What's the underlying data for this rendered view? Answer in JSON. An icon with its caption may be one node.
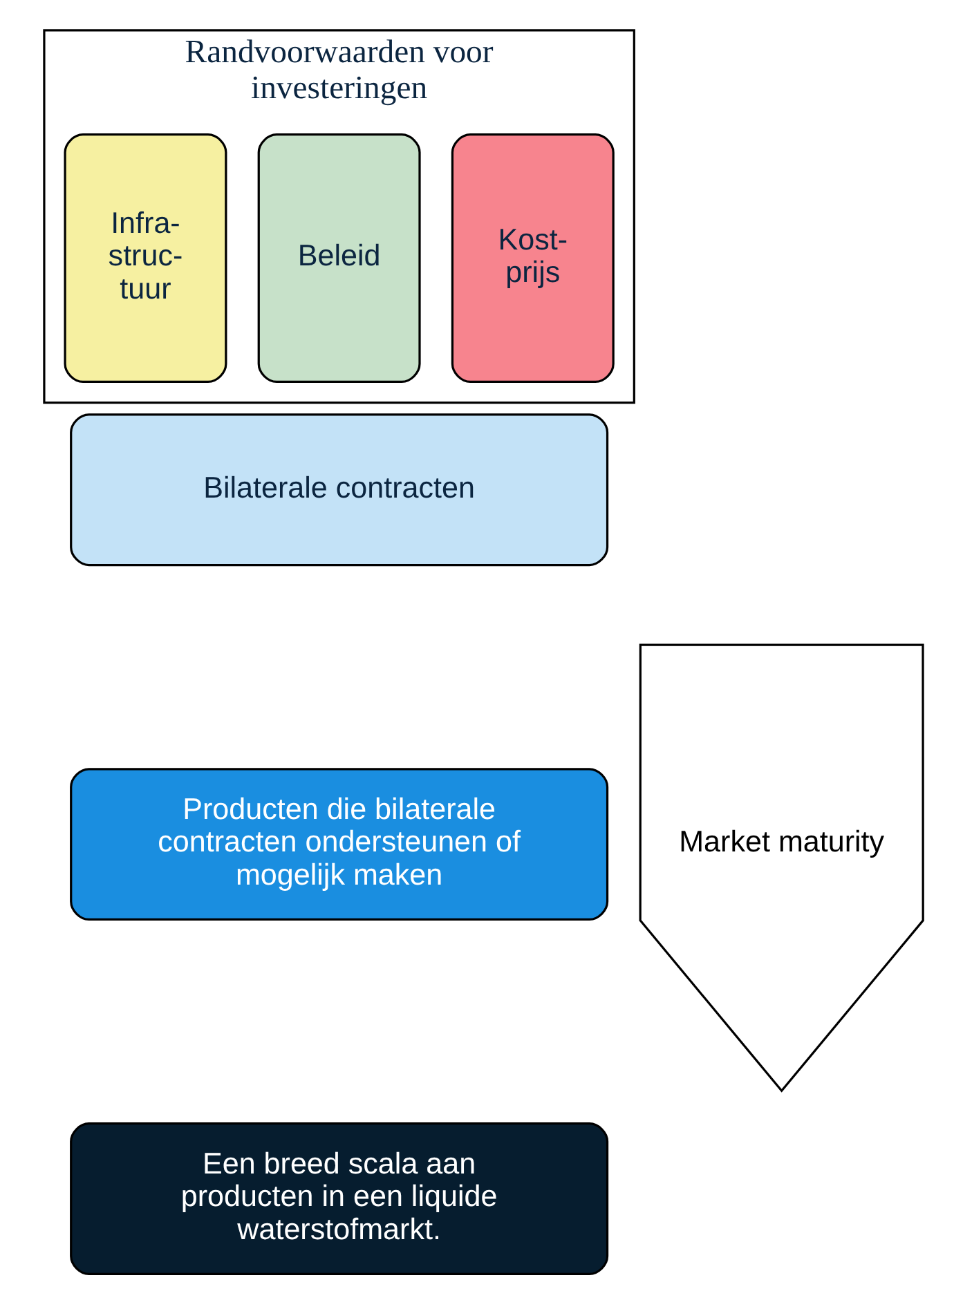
{
  "diagram": {
    "nodes": [
      {
        "text": [
          "Randvoorwaarden voor investeringen"
        ]
      },
      {
        "text": [
          "Kost- prijs"
        ],
        "in": 0
      },
      {
        "text": [
          "Beleid"
        ],
        "in": 0
      },
      {
        "text": [
          "Infra- struc- tuur"
        ],
        "in": 0
      },
      {
        "text": [
          "Bilaterale contracten"
        ]
      },
      {
        "text": [
          "Producten die bilaterale contracten ondersteunen of mogelijk maken"
        ]
      },
      {
        "text": [
          "Een breed scala aan producten in een liquide waterstofmarkt."
        ]
      },
      {
        "text": [
          "Market maturity"
        ]
      }
    ],
    "edges": []
  }
}
